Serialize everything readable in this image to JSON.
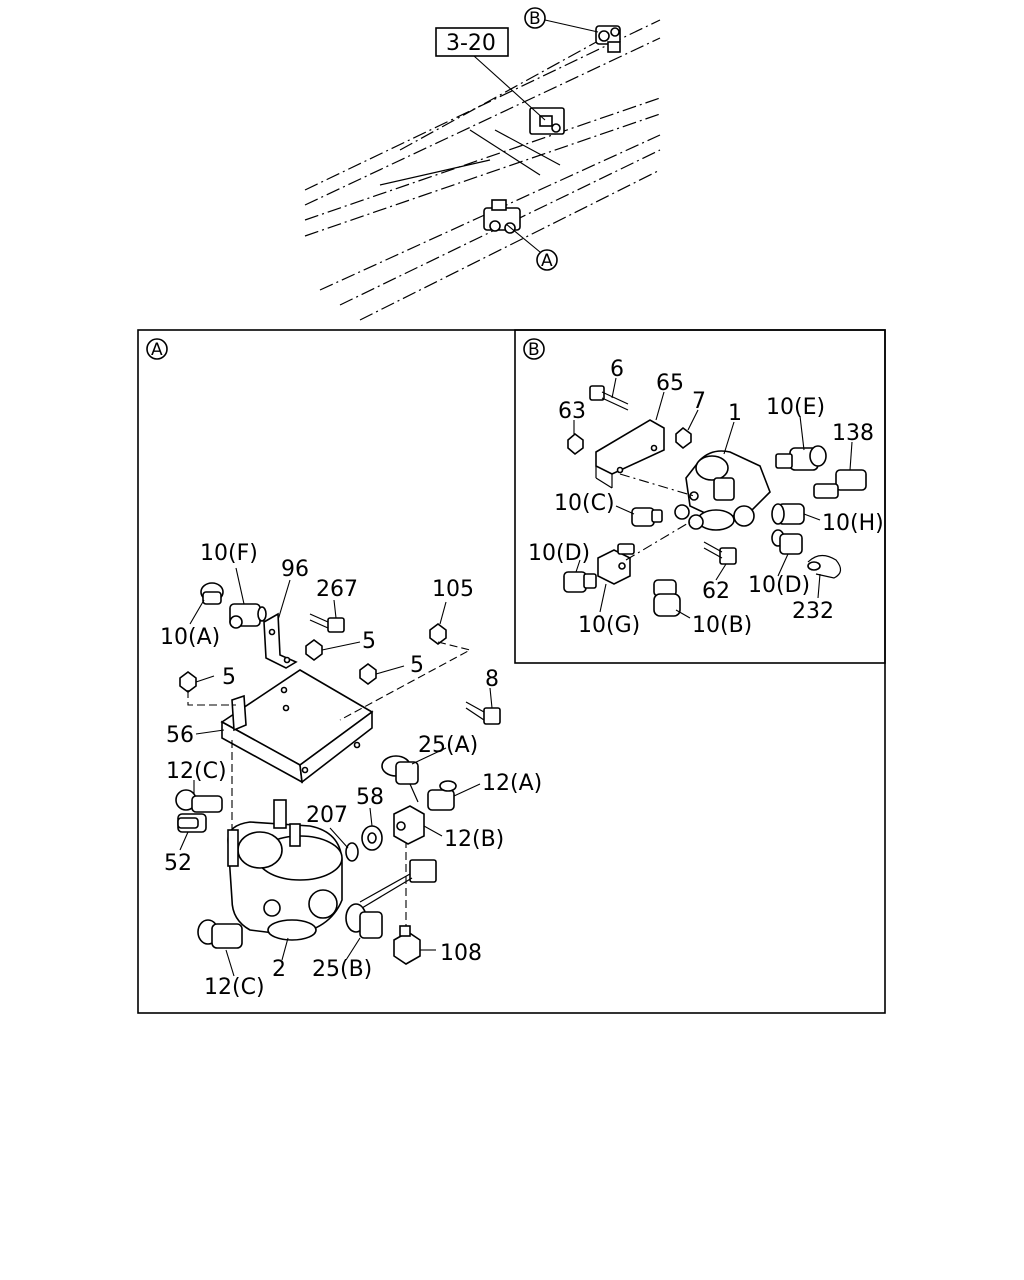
{
  "overview": {
    "ref_box": "3-20",
    "callout_a": "A",
    "callout_b": "B"
  },
  "panel_a": {
    "tag": "A",
    "labels": {
      "l_10f": "10(F)",
      "l_10a": "10(A)",
      "l_96": "96",
      "l_267": "267",
      "l_5a": "5",
      "l_5b": "5",
      "l_5c": "5",
      "l_105": "105",
      "l_8": "8",
      "l_56": "56",
      "l_25a": "25(A)",
      "l_12a": "12(A)",
      "l_12c_top": "12(C)",
      "l_207": "207",
      "l_58": "58",
      "l_12b": "12(B)",
      "l_52": "52",
      "l_12c_bot": "12(C)",
      "l_2": "2",
      "l_25b": "25(B)",
      "l_108": "108"
    }
  },
  "panel_b": {
    "tag": "B",
    "labels": {
      "l_6": "6",
      "l_65": "65",
      "l_63": "63",
      "l_7": "7",
      "l_1": "1",
      "l_10e": "10(E)",
      "l_138": "138",
      "l_10c": "10(C)",
      "l_10h": "10(H)",
      "l_10d_l": "10(D)",
      "l_62": "62",
      "l_10d_r": "10(D)",
      "l_10g": "10(G)",
      "l_10b": "10(B)",
      "l_232": "232"
    }
  }
}
